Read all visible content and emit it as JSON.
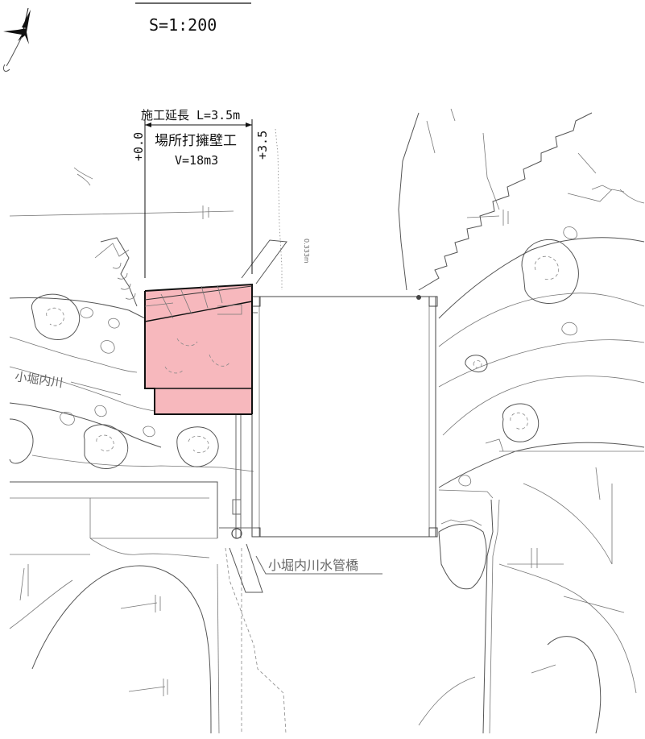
{
  "scale_label": "S=1:200",
  "construction": {
    "extension_label": "施工延長 L=3.5m",
    "work_name": "場所打擁壁工",
    "volume": "V=18m3",
    "station_start": "+0.0",
    "station_end": "+3.5",
    "gap_dimension": "0.333m"
  },
  "labels": {
    "river": "小堀内川",
    "pipe_bridge": "小堀内川水管橋"
  },
  "colors": {
    "retaining_wall_fill": "#f7b8bd",
    "linework": "#555555",
    "text": "#111111",
    "label_gray": "#666666"
  },
  "icons": {
    "north_arrow": "compass-star-icon"
  }
}
